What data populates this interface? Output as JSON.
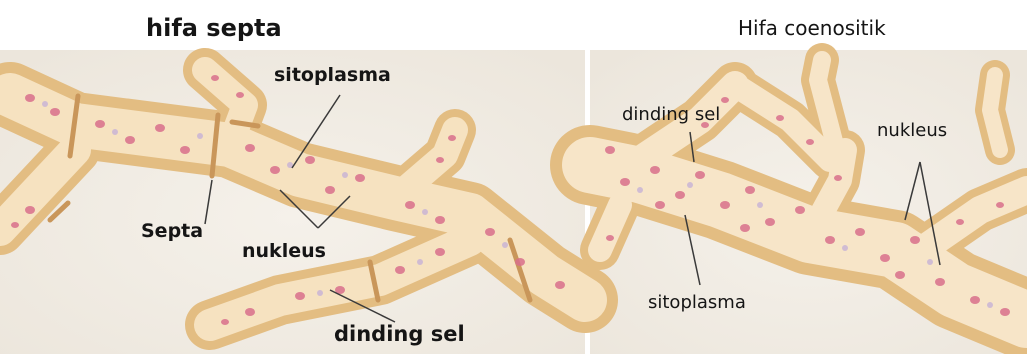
{
  "panels": {
    "left": {
      "title": "hifa septa",
      "labels": {
        "cytoplasm": "sitoplasma",
        "septum": "Septa",
        "nucleus": "nukleus",
        "cell_wall": "dinding sel"
      }
    },
    "right": {
      "title": "Hifa coenositik",
      "labels": {
        "cell_wall": "dinding sel",
        "nucleus": "nukleus",
        "cytoplasm": "sitoplasma"
      }
    }
  },
  "colors": {
    "wall": "#e7c48c",
    "cytoplasm": "#f6e4c6",
    "nucleus": "#d9708c",
    "vesicle": "#c9b3d6",
    "background": "#f3efe8"
  }
}
